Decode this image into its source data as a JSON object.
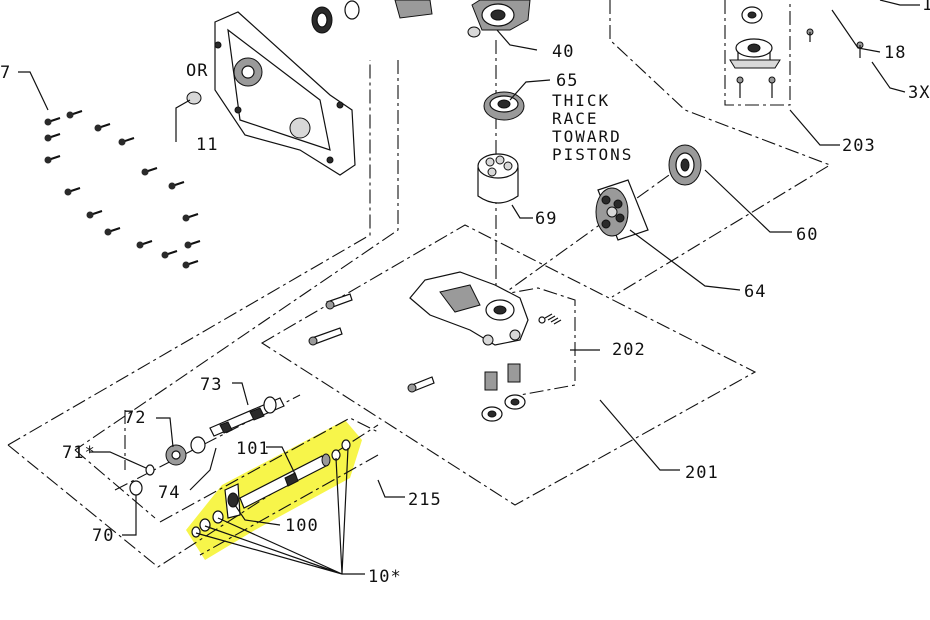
{
  "labels": {
    "p7": "7",
    "p11": "11",
    "p40": "40",
    "p65": "65",
    "p69": "69",
    "p60": "60",
    "p64": "64",
    "p203": "203",
    "p202": "202",
    "p201": "201",
    "p73": "73",
    "p72": "72",
    "p71": "71*",
    "p74": "74",
    "p70": "70",
    "p101": "101",
    "p100": "100",
    "p215": "215",
    "p10": "10*",
    "p1": "1",
    "p18": "18",
    "p3": "3X",
    "or": "OR"
  },
  "note_65": [
    "THICK",
    "RACE",
    "TOWARD",
    "PISTONS"
  ],
  "highlight_color": "#f7f54a"
}
